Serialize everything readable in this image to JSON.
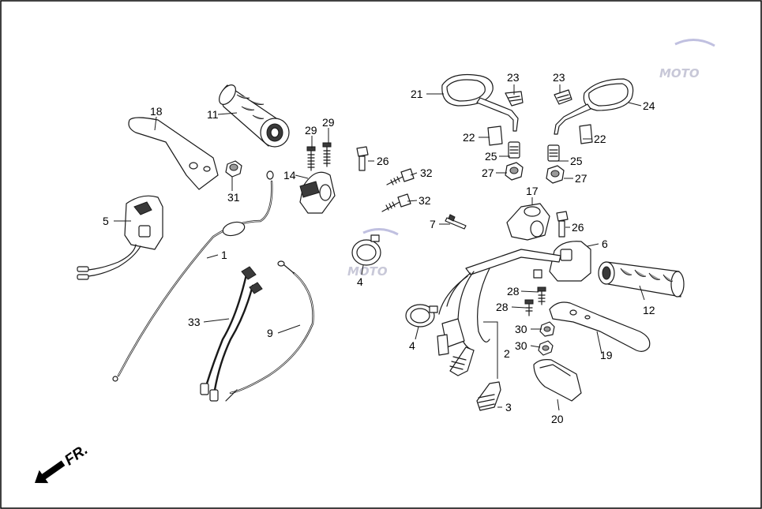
{
  "callouts": [
    "1",
    "2",
    "3",
    "4",
    "4",
    "5",
    "6",
    "7",
    "9",
    "11",
    "12",
    "14",
    "17",
    "18",
    "19",
    "20",
    "21",
    "22",
    "22",
    "23",
    "23",
    "24",
    "25",
    "25",
    "26",
    "26",
    "27",
    "27",
    "28",
    "28",
    "29",
    "29",
    "30",
    "30",
    "31",
    "32",
    "32",
    "33"
  ],
  "front_label": "FR.",
  "watermark": "MOTO",
  "colors": {
    "line": "#1a1a1a",
    "background": "#ffffff",
    "watermark": "#c8c8d8"
  }
}
